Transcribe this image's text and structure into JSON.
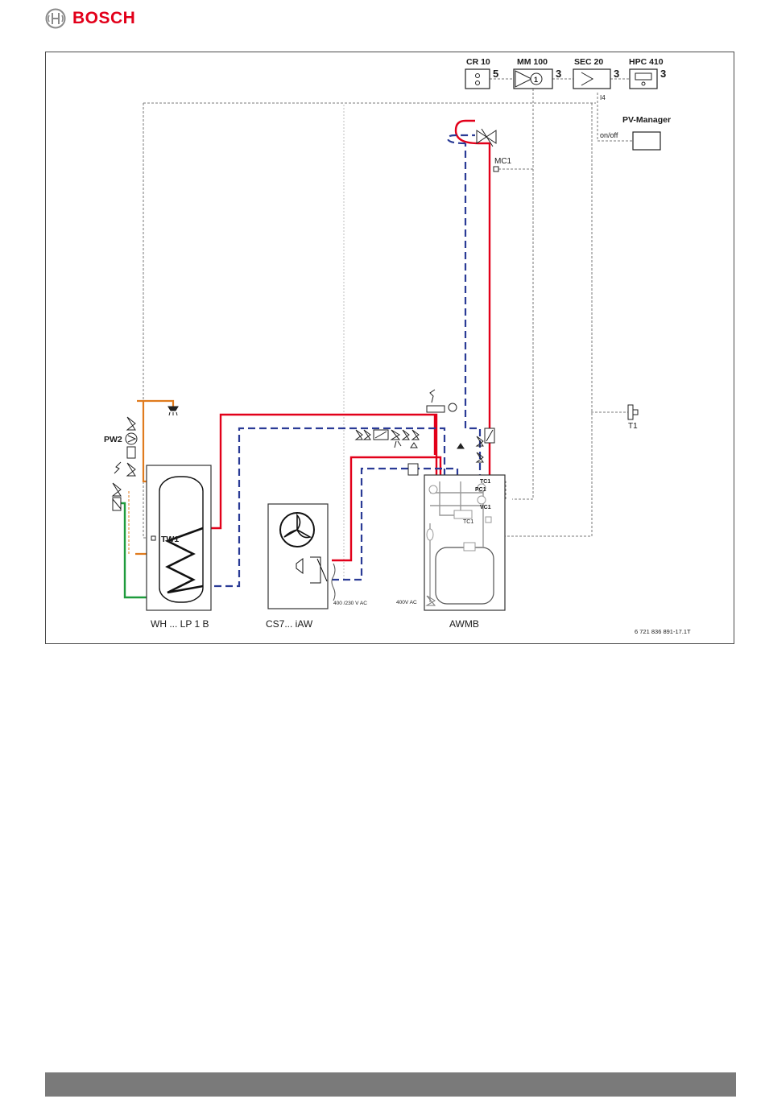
{
  "brand": {
    "name": "BOSCH",
    "color": "#e2001a",
    "logo_icon": "bosch-armature-icon"
  },
  "colors": {
    "flow_red": "#e2001a",
    "return_blue": "#2a3b96",
    "dhw_orange": "#e07b1e",
    "cold_green": "#1e9b3c",
    "control_gray": "#7a7a7a",
    "footer_gray": "#7a7a7a"
  },
  "controllers": [
    {
      "label": "CR 10",
      "index": "5"
    },
    {
      "label": "MM 100",
      "index": "3"
    },
    {
      "label": "SEC 20",
      "index": "3"
    },
    {
      "label": "HPC 410",
      "index": "3"
    }
  ],
  "pv_manager": {
    "label": "PV-Manager",
    "signal": "on/off",
    "input": "I4"
  },
  "sensors": {
    "mc1": "MC1",
    "t1": "T1",
    "tw1": "TW1",
    "pw2": "PW2",
    "tc1": "TC1",
    "pc1": "PC1",
    "vc1": "VC1"
  },
  "mm100_symbol": "1",
  "units": [
    {
      "label": "WH ... LP 1 B"
    },
    {
      "label": "CS7... iAW"
    },
    {
      "label": "AWMB"
    }
  ],
  "power": {
    "outdoor": "400 /230 V AC",
    "indoor": "400V AC"
  },
  "figure_id": "6 721 836 891-17.1T"
}
